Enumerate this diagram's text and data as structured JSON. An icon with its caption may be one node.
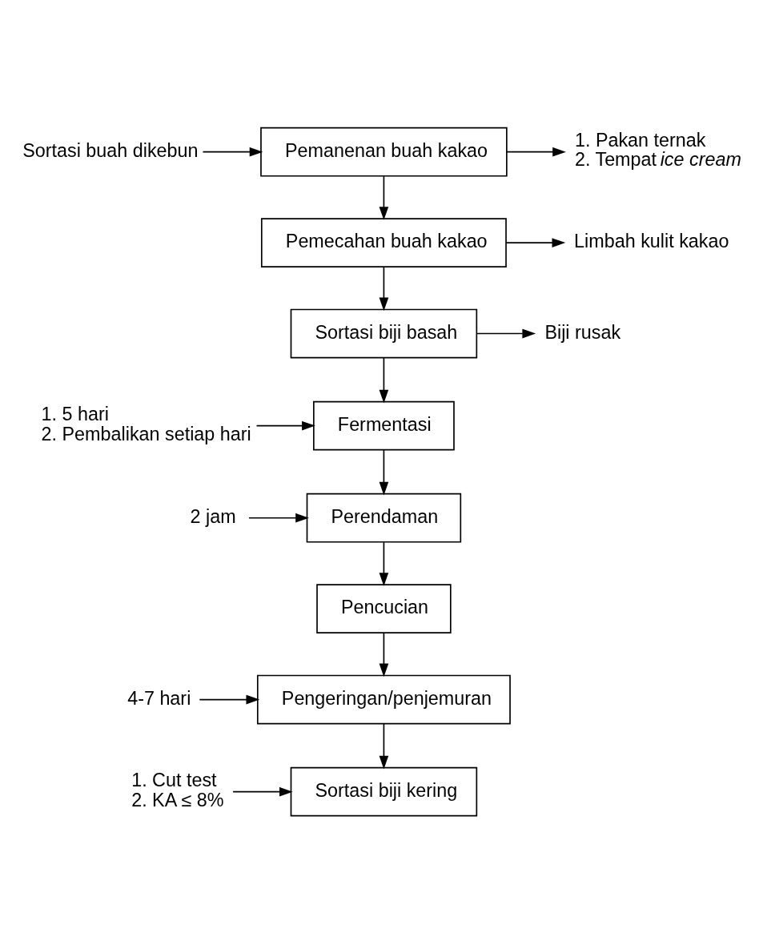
{
  "diagram": {
    "nodes": [
      {
        "text": [
          "Sortasi buah dikebun"
        ]
      },
      {
        "text": [
          "Pemanenan buah kakao"
        ]
      },
      {
        "text": [
          "1. Pakan ternak",
          "2. Tempat *ice cream*"
        ]
      },
      {
        "text": [
          "Pemecahan buah kakao"
        ]
      },
      {
        "text": [
          "Limbah kulit kakao"
        ]
      },
      {
        "text": [
          "Sortasi biji basah"
        ]
      },
      {
        "text": [
          "Biji rusak"
        ]
      },
      {
        "text": [
          "Fermentasi"
        ]
      },
      {
        "text": [
          "1. 5 hari",
          "2. Pembalikan setiap hari"
        ]
      },
      {
        "text": [
          "Perendaman"
        ]
      },
      {
        "text": [
          "2 jam"
        ]
      },
      {
        "text": [
          "Pencucian"
        ]
      },
      {
        "text": [
          "Pengeringan/penjemuran"
        ]
      },
      {
        "text": [
          "4-7 hari"
        ]
      },
      {
        "text": [
          "Sortasi biji kering"
        ]
      },
      {
        "text": [
          "1. Cut test",
          "2. KA ≤ 8%"
        ]
      }
    ],
    "edges": [
      {
        "from": 0,
        "to": 1,
        "arrow": "to"
      },
      {
        "from": 1,
        "to": 2,
        "arrow": "to"
      },
      {
        "from": 1,
        "to": 3,
        "arrow": "to"
      },
      {
        "from": 3,
        "to": 4,
        "arrow": "to"
      },
      {
        "from": 3,
        "to": 5,
        "arrow": "to"
      },
      {
        "from": 5,
        "to": 6,
        "arrow": "to"
      },
      {
        "from": 5,
        "to": 7,
        "arrow": "to"
      },
      {
        "from": 8,
        "to": 7,
        "arrow": "to"
      },
      {
        "from": 7,
        "to": 9,
        "arrow": "to"
      },
      {
        "from": 10,
        "to": 9,
        "arrow": "to"
      },
      {
        "from": 9,
        "to": 11,
        "arrow": "to"
      },
      {
        "from": 11,
        "to": 12,
        "arrow": "to"
      },
      {
        "from": 13,
        "to": 12,
        "arrow": "to"
      },
      {
        "from": 12,
        "to": 14,
        "arrow": "to"
      },
      {
        "from": 15,
        "to": 14,
        "arrow": "to"
      }
    ]
  }
}
